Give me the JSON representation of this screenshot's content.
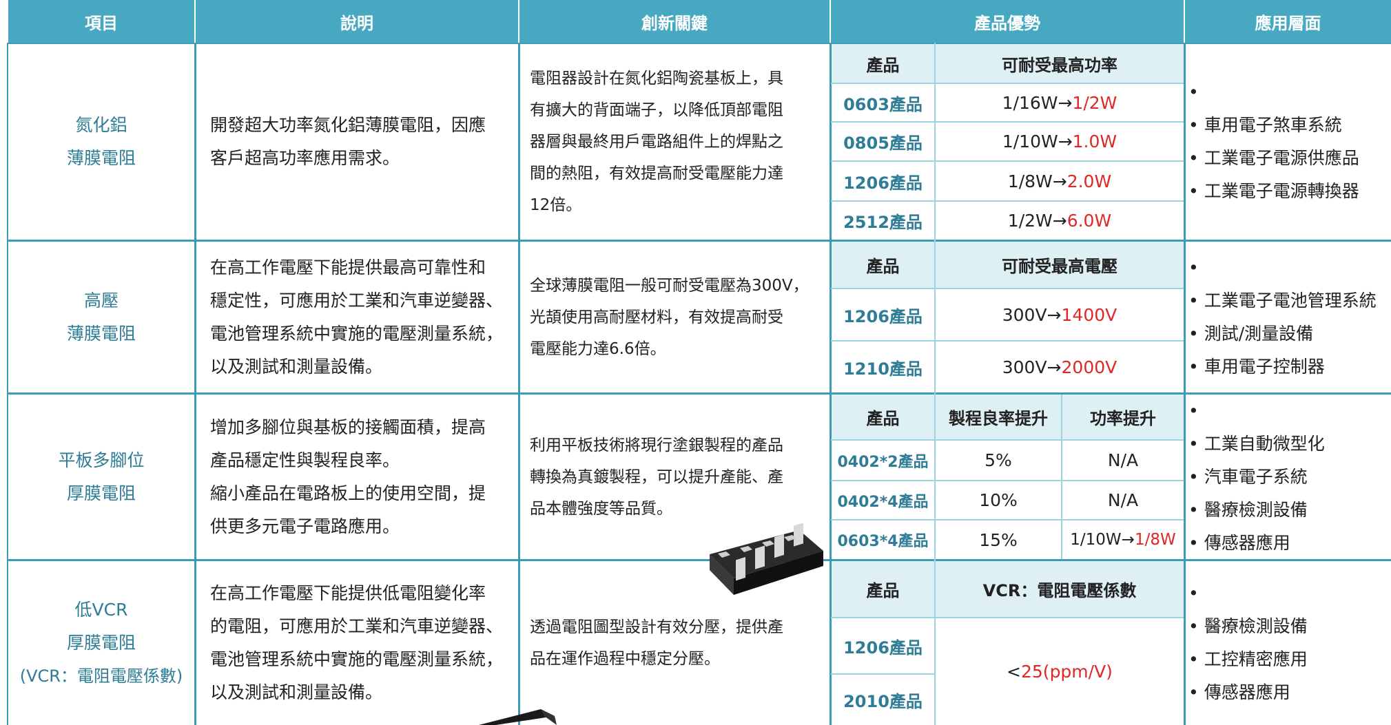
{
  "header": {
    "item": "項目",
    "description": "說明",
    "innovation": "創新關鍵",
    "advantage": "產品優勢",
    "application": "應用層面"
  },
  "rows": [
    {
      "item_lines": [
        "氮化鋁",
        "薄膜電阻"
      ],
      "desc_lines": [
        "開發超大功率氮化鋁薄膜電阻，因應",
        "客戶超高功率應用需求。"
      ],
      "innov_lines": [
        "電阻器設計在氮化鋁陶瓷基板上，具",
        "有擴大的背面端子，以降低頂部電阻",
        "器層與最終用戶電路組件上的焊點之",
        "間的熱阻，有效提高耐受電壓能力達",
        "12倍。"
      ],
      "adv_headers": [
        "產品",
        "可耐受最高功率"
      ],
      "adv_rows": [
        {
          "product": "0603產品",
          "from": "1/16W→",
          "to": "1/2W"
        },
        {
          "product": "0805產品",
          "from": "1/10W→",
          "to": "1.0W"
        },
        {
          "product": "1206產品",
          "from": "1/8W→",
          "to": "2.0W"
        },
        {
          "product": "2512產品",
          "from": "1/2W→",
          "to": "6.0W"
        }
      ],
      "apps": [
        "車用電子煞車系統",
        "工業電子電源供應品",
        "工業電子電源轉換器"
      ]
    },
    {
      "item_lines": [
        "高壓",
        "薄膜電阻"
      ],
      "desc_lines": [
        "在高工作電壓下能提供最高可靠性和",
        "穩定性，可應用於工業和汽車逆變器、",
        "電池管理系統中實施的電壓測量系統，",
        "以及測試和測量設備。"
      ],
      "innov_lines": [
        "全球薄膜電阻一般可耐受電壓為300V，",
        "光頡使用高耐壓材料，有效提高耐受",
        "電壓能力達6.6倍。"
      ],
      "adv_headers": [
        "產品",
        "可耐受最高電壓"
      ],
      "adv_rows": [
        {
          "product": "1206產品",
          "from": "300V→",
          "to": "1400V"
        },
        {
          "product": "1210產品",
          "from": "300V→",
          "to": "2000V"
        }
      ],
      "apps": [
        "工業電子電池管理系統",
        "測試/測量設備",
        "車用電子控制器"
      ]
    },
    {
      "item_lines": [
        "平板多腳位",
        "厚膜電阻"
      ],
      "desc_lines": [
        "增加多腳位與基板的接觸面積，提高",
        "產品穩定性與製程良率。",
        "縮小產品在電路板上的使用空間，提",
        "供更多元電子電路應用。"
      ],
      "innov_lines": [
        "利用平板技術將現行塗銀製程的產品",
        "轉換為真鍍製程，可以提升產能、產",
        "品本體強度等品質。"
      ],
      "adv_headers": [
        "產品",
        "製程良率提升",
        "功率提升"
      ],
      "adv_rows": [
        {
          "product": "0402*2產品",
          "yield": "5%",
          "power": "N/A",
          "power_to": ""
        },
        {
          "product": "0402*4產品",
          "yield": "10%",
          "power": "N/A",
          "power_to": ""
        },
        {
          "product": "0603*4產品",
          "yield": "15%",
          "power": "1/10W→",
          "power_to": "1/8W"
        }
      ],
      "apps": [
        "工業自動微型化",
        "汽車電子系統",
        "醫療檢測設備",
        "傳感器應用"
      ]
    },
    {
      "item_lines": [
        "低VCR",
        "厚膜電阻",
        "(VCR：電阻電壓係數)"
      ],
      "desc_lines": [
        "在高工作電壓下能提供低電阻變化率",
        "的電阻，可應用於工業和汽車逆變器、",
        "電池管理系統中實施的電壓測量系統，",
        "以及測試和測量設備。"
      ],
      "innov_lines": [
        "透過電阻圖型設計有效分壓，提供產",
        "品在運作過程中穩定分壓。"
      ],
      "adv_headers": [
        "產品",
        "VCR：電阻電壓係數"
      ],
      "adv_rows": [
        {
          "product": "1206產品"
        },
        {
          "product": "2010產品"
        }
      ],
      "vcr_value_prefix": "<",
      "vcr_value": "25(ppm/V)",
      "apps": [
        "醫療檢測設備",
        "工控精密應用",
        "傳感器應用"
      ]
    }
  ],
  "colors": {
    "header_bg": "#47a9c1",
    "border": "#3a9cb5",
    "accent_text": "#2f7c97",
    "highlight": "#e12626",
    "sub_header_bg": "#dff0f5"
  }
}
